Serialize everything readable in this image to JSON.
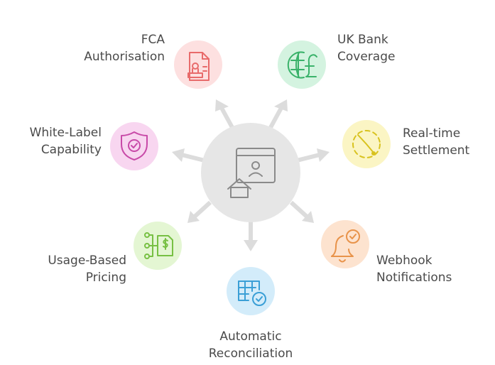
{
  "center": {
    "icon": "home-office-icon"
  },
  "features": [
    {
      "id": "fca",
      "lines": [
        "FCA",
        "Authorisation"
      ],
      "icon": "license-document-icon",
      "color": "#f4a7a7",
      "bg": "#fde0e0"
    },
    {
      "id": "bank",
      "lines": [
        "UK Bank",
        "Coverage"
      ],
      "icon": "globe-pound-icon",
      "color": "#3ab26a",
      "bg": "#d4f3e0"
    },
    {
      "id": "settlement",
      "lines": [
        "Real-time",
        "Settlement"
      ],
      "icon": "dashed-clock-icon",
      "color": "#d8c21e",
      "bg": "#fbf5c4"
    },
    {
      "id": "webhook",
      "lines": [
        "Webhook",
        "Notifications"
      ],
      "icon": "bell-check-icon",
      "color": "#e8934a",
      "bg": "#fde3cf"
    },
    {
      "id": "reconciliation",
      "lines": [
        "Automatic",
        "Reconciliation"
      ],
      "icon": "grid-check-icon",
      "color": "#3a9fd6",
      "bg": "#d3ecfa"
    },
    {
      "id": "pricing",
      "lines": [
        "Usage-Based",
        "Pricing"
      ],
      "icon": "flow-dollar-icon",
      "color": "#77c043",
      "bg": "#e4f6d3"
    },
    {
      "id": "whitelabel",
      "lines": [
        "White-Label",
        "Capability"
      ],
      "icon": "shield-check-icon",
      "color": "#c84aa8",
      "bg": "#f8d6f0"
    }
  ],
  "colors": {
    "hub": "#e6e6e6",
    "hub_icon": "#8a8a8a",
    "arrow": "#dcdcdc",
    "text": "#4a4a4a"
  }
}
